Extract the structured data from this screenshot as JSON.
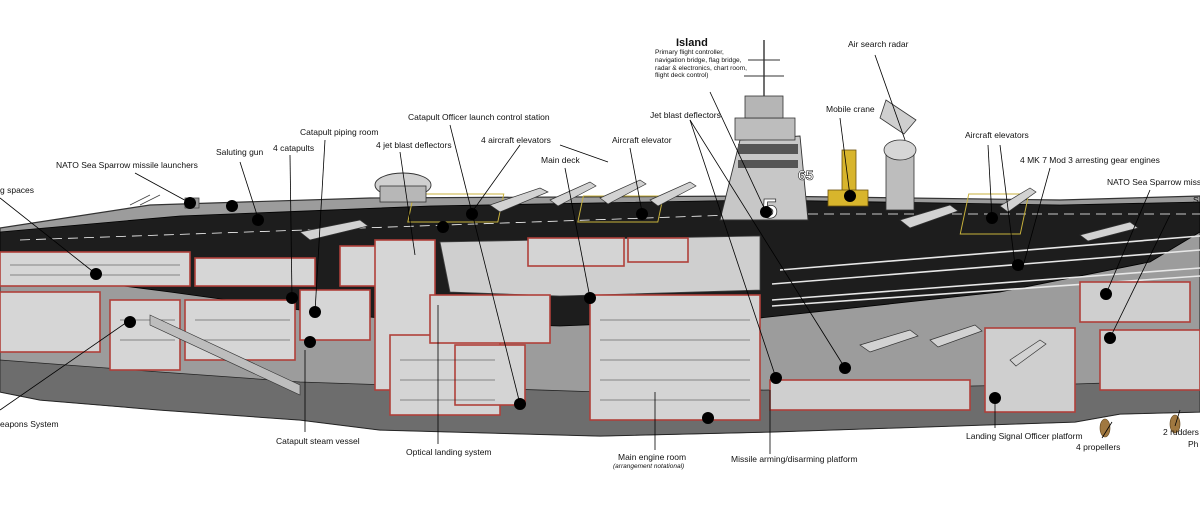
{
  "diagram": {
    "labels": {
      "island_title": "Island",
      "island_desc": "Primary flight controller, navigation bridge, flag bridge, radar & electronics, chart room, flight deck control)",
      "air_search_radar": "Air search radar",
      "jet_blast_deflectors": "Jet blast deflectors",
      "mobile_crane": "Mobile crane",
      "catapult_officer": "Catapult Officer launch control station",
      "aircraft_elevators": "Aircraft elevators",
      "arresting_gear": "4 MK 7 Mod 3 arresting gear engines",
      "nato_sea_sparrow_right": "NATO Sea Sparrow missi",
      "right_edge_s": "S",
      "catapult_piping_room": "Catapult piping room",
      "four_jet_blast_deflectors": "4 jet blast deflectors",
      "four_aircraft_elevators": "4 aircraft elevators",
      "aircraft_elevator": "Aircraft elevator",
      "saluting_gun": "Saluting gun",
      "four_catapults": "4 catapults",
      "main_deck": "Main deck",
      "nato_sea_sparrow_left": "NATO Sea Sparrow missile launchers",
      "living_spaces": "g spaces",
      "weapons_system": "eapons System",
      "catapult_steam_vessel": "Catapult steam vessel",
      "optical_landing_system": "Optical landing system",
      "main_engine_room": "Main engine room",
      "main_engine_room_note": "(arrangement notational)",
      "missile_platform": "Missile arming/disarming platform",
      "landing_signal_officer": "Landing Signal Officer platform",
      "four_propellers": "4 propellers",
      "two_rudders": "2 rudders",
      "right_edge_ph": "Ph"
    },
    "hull_number": "5",
    "island_number": "65",
    "colors": {
      "hull_gray": "#9a9a9a",
      "deck_dark": "#1c1c1c",
      "compartment_red": "#b0403a",
      "interior_light": "#d8d8d8"
    }
  }
}
